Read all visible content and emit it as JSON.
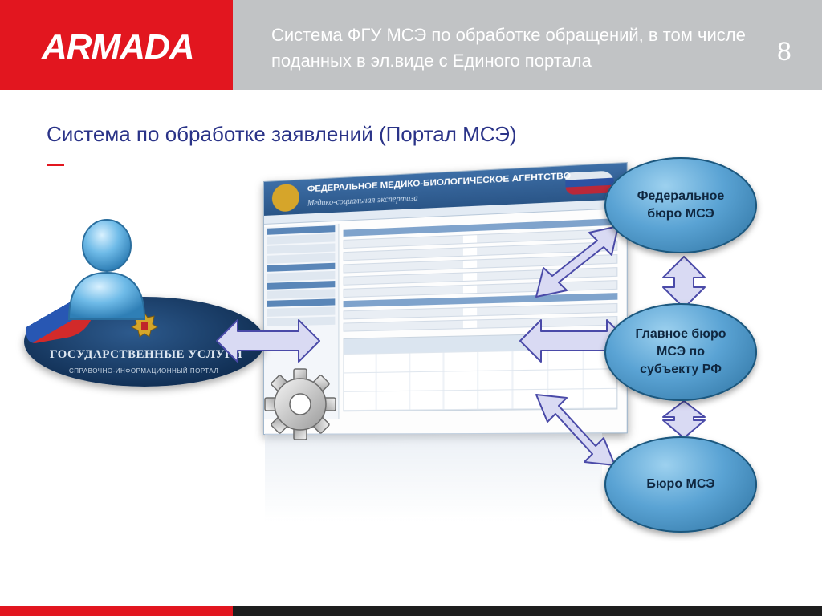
{
  "header": {
    "logo": "ARMADA",
    "title": "Система ФГУ МСЭ по обработке обращений, в том числе поданных в эл.виде с Единого портала",
    "page_number": "8"
  },
  "subtitle": "Система по обработке заявлений (Портал МСЭ)",
  "gosuslugi": {
    "title": "ГОСУДАРСТВЕННЫЕ УСЛУГИ",
    "subtitle": "СПРАВОЧНО-ИНФОРМАЦИОННЫЙ ПОРТАЛ"
  },
  "portal": {
    "agency": "ФЕДЕРАЛЬНОЕ МЕДИКО-БИОЛОГИЧЕСКОЕ АГЕНТСТВО",
    "system": "Медико-социальная экспертиза"
  },
  "nodes": {
    "federal": "Федеральное бюро МСЭ",
    "main": "Главное бюро МСЭ по субъекту РФ",
    "bureau": "Бюро МСЭ"
  },
  "colors": {
    "brand_red": "#e2161f",
    "title_blue": "#2a3388",
    "arrow_fill": "#d9daf3",
    "arrow_stroke": "#4a4aa8"
  }
}
